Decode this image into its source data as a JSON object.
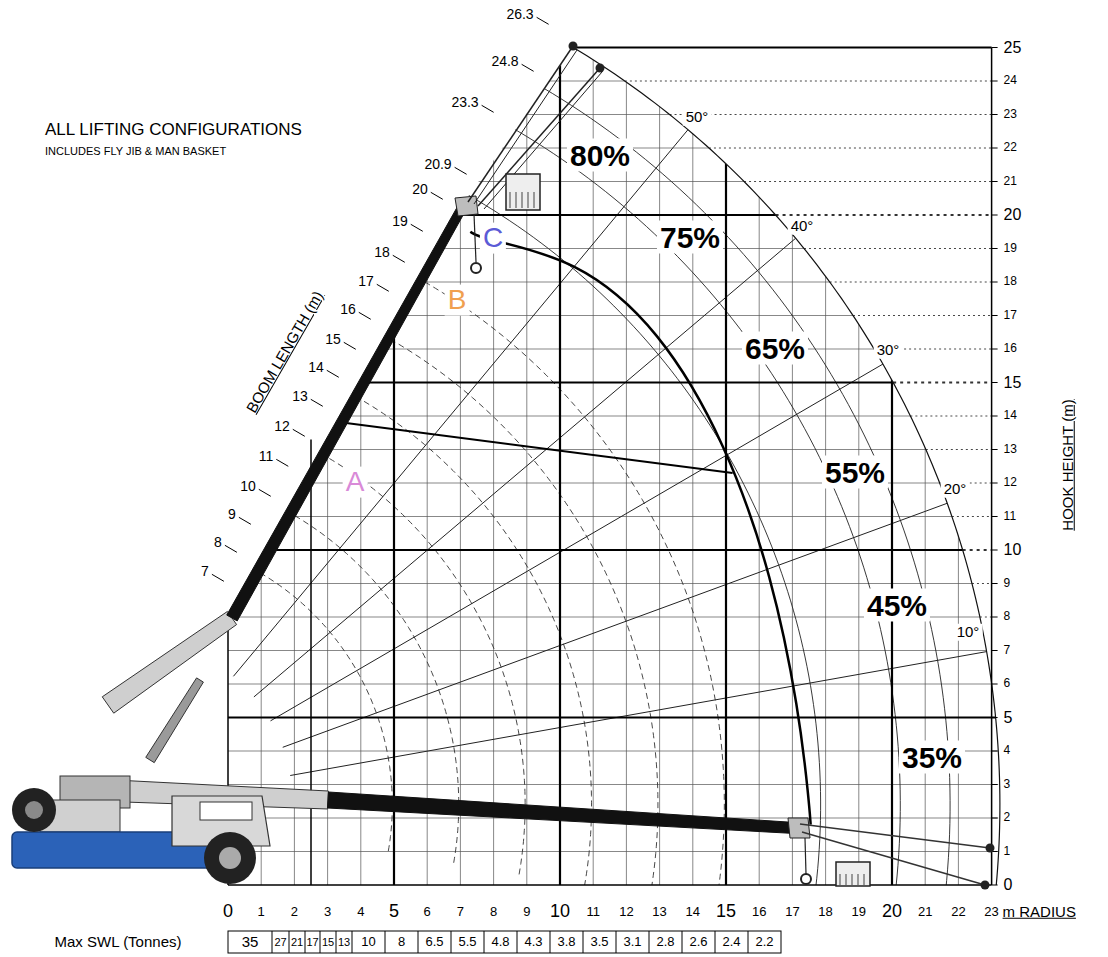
{
  "diagram": {
    "title": "ALL LIFTING CONFIGURATIONS",
    "labels": [
      "INCLUDES FLY JIB & MAN BASKET",
      "26.3",
      "24.8",
      "23.3",
      "20.9",
      "20",
      "19",
      "18",
      "17",
      "16",
      "15",
      "14",
      "13",
      "12",
      "11",
      "10",
      "9",
      "8",
      "7",
      "BOOM LENGTH (m)",
      "80%",
      "75%",
      "65%",
      "55%",
      "45%",
      "35%",
      "50°",
      "40°",
      "30°",
      "20°",
      "10°",
      "A",
      "B",
      "C",
      "25",
      "24",
      "23",
      "22",
      "21",
      "20",
      "19",
      "18",
      "17",
      "16",
      "15",
      "14",
      "13",
      "12",
      "11",
      "10",
      "9",
      "8",
      "7",
      "6",
      "5",
      "4",
      "3",
      "2",
      "1",
      "0",
      "HOOK HEIGHT (m)",
      "0",
      "1",
      "2",
      "3",
      "4",
      "5",
      "6",
      "7",
      "8",
      "9",
      "10",
      "11",
      "12",
      "13",
      "14",
      "15",
      "16",
      "17",
      "18",
      "19",
      "20",
      "21",
      "22",
      "23",
      "m RADIUS",
      "Max SWL (Tonnes)",
      "35",
      "27",
      "21",
      "17",
      "15",
      "13",
      "10",
      "8",
      "6.5",
      "5.5",
      "4.8",
      "4.3",
      "3.8",
      "3.5",
      "3.1",
      "2.8",
      "2.6",
      "2.4",
      "2.2"
    ]
  }
}
